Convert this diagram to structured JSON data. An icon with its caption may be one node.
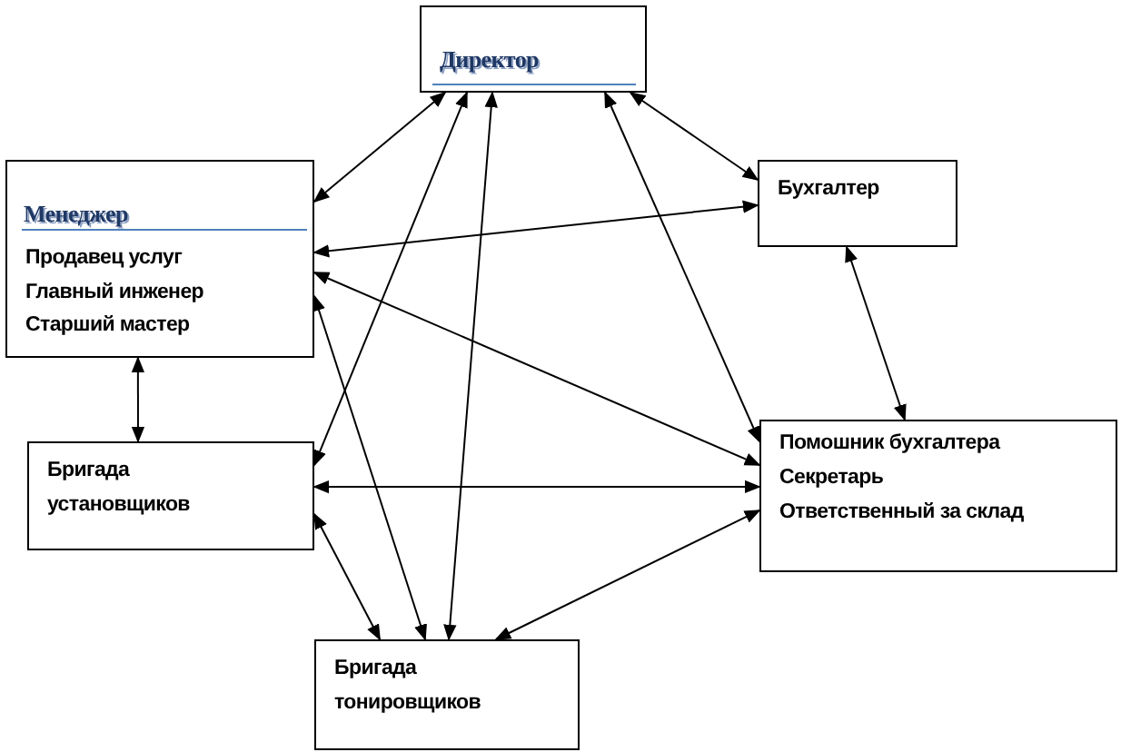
{
  "diagram": {
    "nodes": [
      {
        "text": [
          "Директор"
        ]
      },
      {
        "text": [
          "Менеджер",
          "Продавец услуг",
          "Главный инженер",
          "Старший мастер"
        ]
      },
      {
        "text": [
          "Бухгалтер"
        ]
      },
      {
        "text": [
          "Бригада установщиков"
        ]
      },
      {
        "text": [
          "Помошник бухгалтера",
          "Секретарь",
          "Ответственный за склад"
        ]
      },
      {
        "text": [
          "Бригада тонировщиков"
        ]
      }
    ],
    "edges": [
      {
        "from": 0,
        "to": 1,
        "arrow": "both"
      },
      {
        "from": 0,
        "to": 3,
        "arrow": "both"
      },
      {
        "from": 0,
        "to": 5,
        "arrow": "both"
      },
      {
        "from": 0,
        "to": 4,
        "arrow": "both"
      },
      {
        "from": 0,
        "to": 2,
        "arrow": "both"
      },
      {
        "from": 2,
        "to": 1,
        "arrow": "both"
      },
      {
        "from": 2,
        "to": 4,
        "arrow": "both"
      },
      {
        "from": 1,
        "to": 4,
        "arrow": "both"
      },
      {
        "from": 1,
        "to": 5,
        "arrow": "both"
      },
      {
        "from": 1,
        "to": 3,
        "arrow": "both"
      },
      {
        "from": 3,
        "to": 4,
        "arrow": "both"
      },
      {
        "from": 3,
        "to": 5,
        "arrow": "both"
      },
      {
        "from": 4,
        "to": 5,
        "arrow": "both"
      }
    ]
  }
}
